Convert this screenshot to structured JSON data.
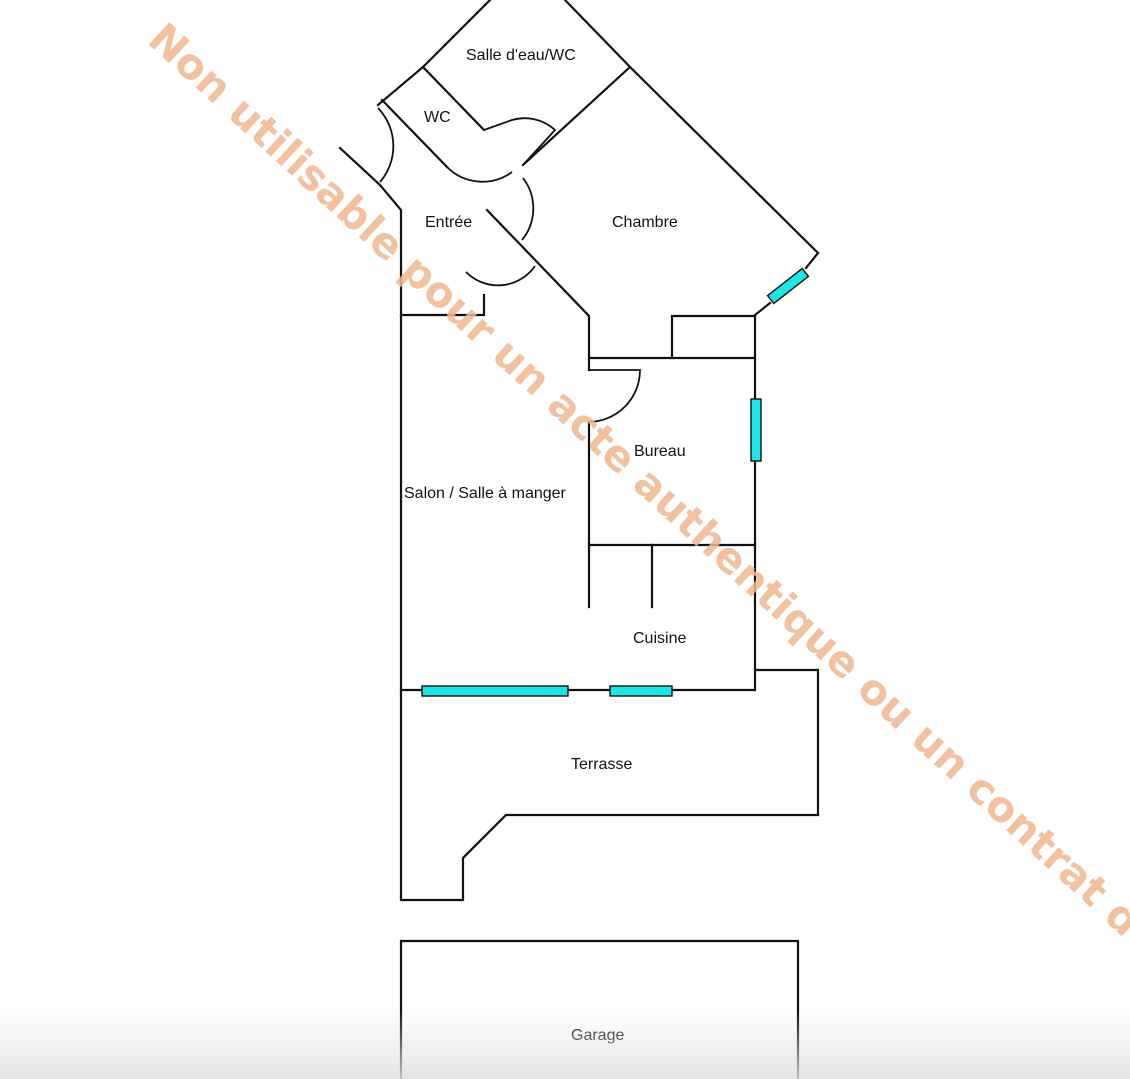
{
  "rooms": {
    "salle_eau": "Salle d'eau/WC",
    "wc": "WC",
    "entree": "Entrée",
    "chambre": "Chambre",
    "bureau": "Bureau",
    "salon": "Salon / Salle à manger",
    "cuisine": "Cuisine",
    "terrasse": "Terrasse",
    "garage": "Garage"
  },
  "watermark": "Non utilisable pour un acte authentique ou un contrat de location",
  "colors": {
    "wall": "#111111",
    "window": "#1ee6e6",
    "watermark": "#f0b890"
  }
}
